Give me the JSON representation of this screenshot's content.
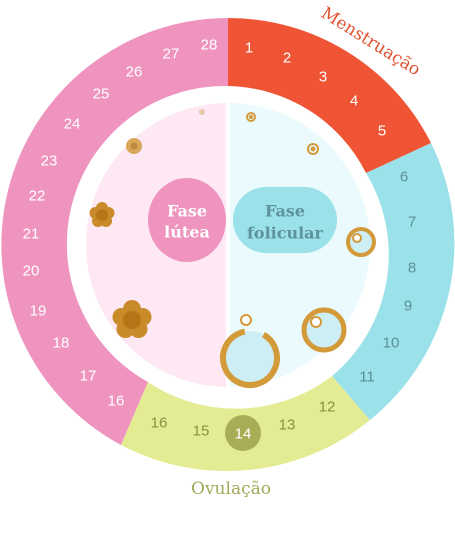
{
  "labels": {
    "menstruacao": "Menstruação",
    "ovulacao": "Ovulação",
    "fase_lutea_line1": "Fase",
    "fase_lutea_line2": "lútea",
    "fase_folicular_line1": "Fase",
    "fase_folicular_line2": "folicular"
  },
  "segments": {
    "menstruacao": {
      "days": [
        "1",
        "2",
        "3",
        "4",
        "5"
      ],
      "color": "#ef5535",
      "text_color": "#ffffff"
    },
    "folicular": {
      "days": [
        "6",
        "7",
        "8",
        "9",
        "10",
        "11"
      ],
      "color": "#9be1ea",
      "text_color": "#5d8f98"
    },
    "ovulacao": {
      "days": [
        "12",
        "13",
        "14",
        "15",
        "16"
      ],
      "color": "#e3ec92",
      "text_color": "#8a9245",
      "highlight_day": "14",
      "highlight_color": "#a7ad55"
    },
    "lutea": {
      "days": [
        "16",
        "17",
        "18",
        "19",
        "20",
        "21",
        "22",
        "23",
        "24",
        "25",
        "26",
        "27",
        "28"
      ],
      "color": "#ee94bf",
      "text_color": "#ffffff"
    }
  },
  "colors": {
    "inner_lutea": "#fde8f3",
    "inner_folicular": "#eafafd",
    "pill_lutea": "#ee94bf",
    "pill_folicular": "#9be1ea",
    "pill_lutea_text": "#ffffff",
    "pill_folicular_text": "#5e929c",
    "follicle": "#d39a3a",
    "menstruacao_label": "#e0512f",
    "ovulacao_label": "#a1a956"
  }
}
